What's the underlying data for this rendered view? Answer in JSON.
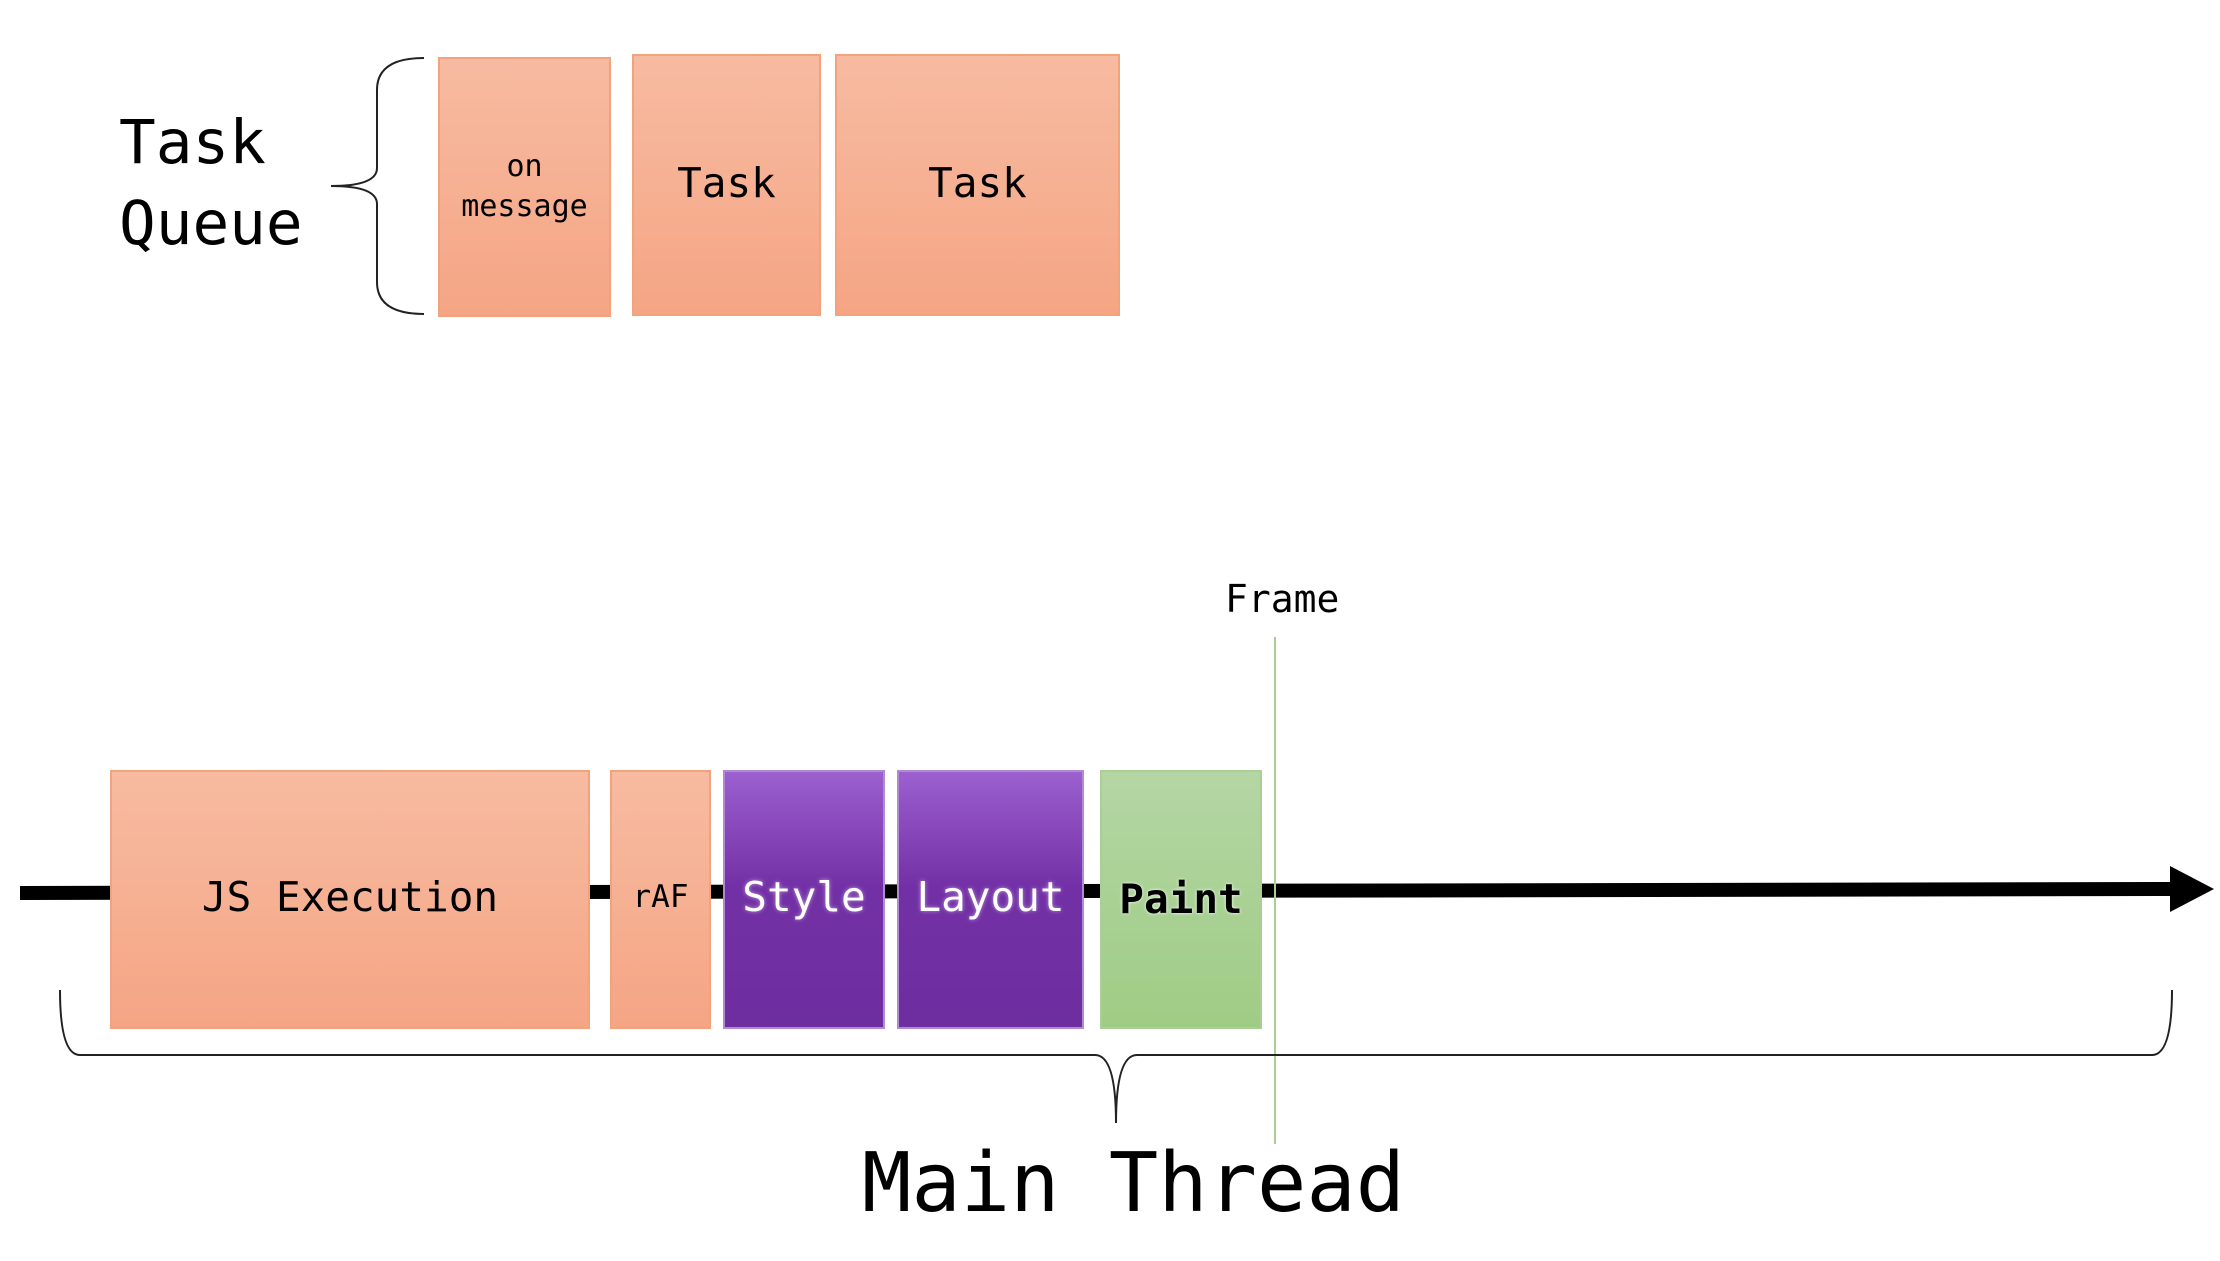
{
  "task_queue": {
    "label_line1": "Task",
    "label_line2": "Queue",
    "items": [
      {
        "line1": "on",
        "line2": "message"
      },
      {
        "label": "Task"
      },
      {
        "label": "Task"
      }
    ]
  },
  "frame": {
    "label": "Frame"
  },
  "main_thread": {
    "label": "Main Thread",
    "blocks": [
      {
        "label": "JS Execution"
      },
      {
        "label": "rAF"
      },
      {
        "label": "Style"
      },
      {
        "label": "Layout"
      },
      {
        "label": "Paint"
      }
    ]
  },
  "colors": {
    "task": "#f5a584",
    "rendering": "#7030a0",
    "paint": "#9fcc85",
    "frame_line": "#a9cf94"
  }
}
